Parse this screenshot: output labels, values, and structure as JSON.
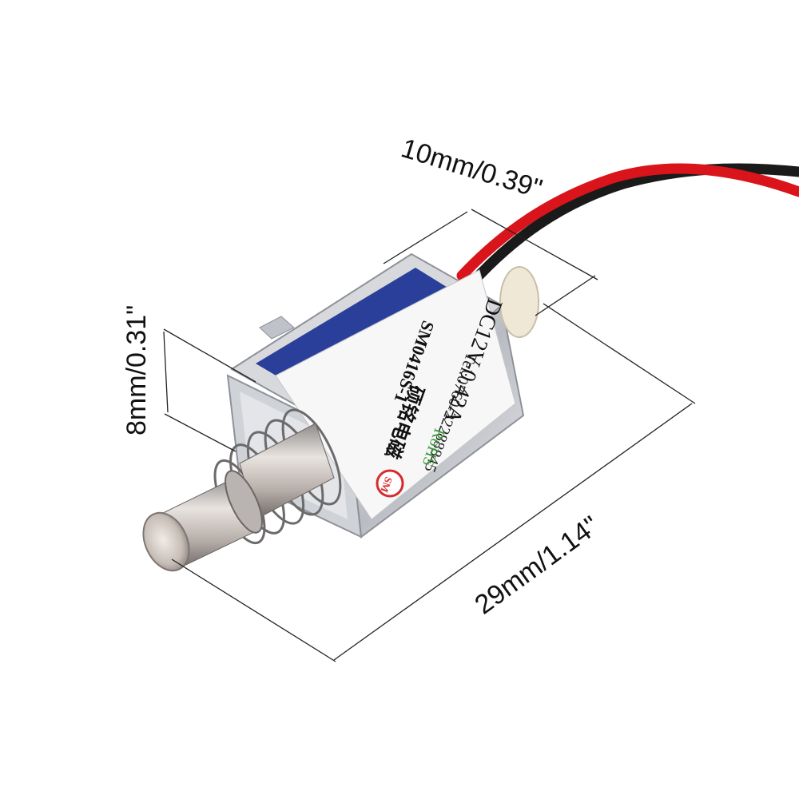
{
  "dimensions": {
    "width_label": "10mm/0.39\"",
    "height_label": "8mm/0.31\"",
    "length_label": "29mm/1.14\""
  },
  "product_label": {
    "rating": "DC12V-0.42A",
    "phone": "Tel:0760-22288845",
    "model": "SM0416S-1",
    "chinese_name": "硕铭电磁",
    "compliance": "RoHS",
    "logo_text": "SM"
  },
  "colors": {
    "background": "#ffffff",
    "wire_red": "#d9141b",
    "wire_black": "#1a1a1a",
    "logo_red": "#d62b2b",
    "rohs_green": "#3a9a3a",
    "coil_blue": "#2a3f9a",
    "metal": "#c9ccd1"
  }
}
